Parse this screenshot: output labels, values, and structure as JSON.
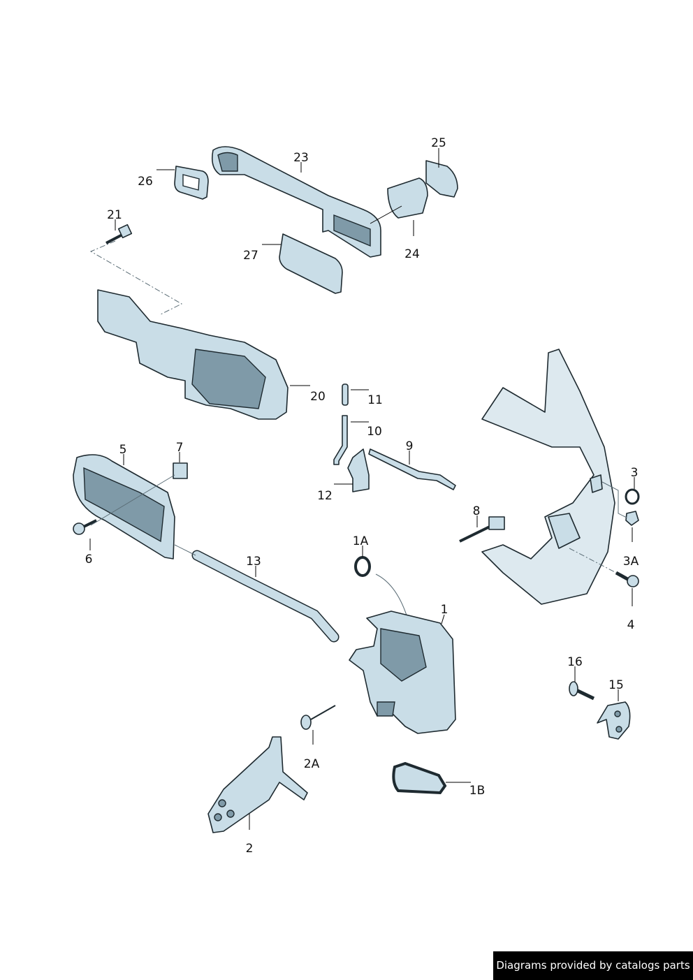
{
  "labels": {
    "p1": "1",
    "p1A": "1A",
    "p1B": "1B",
    "p2": "2",
    "p2A": "2A",
    "p3": "3",
    "p3A": "3A",
    "p4": "4",
    "p5": "5",
    "p6": "6",
    "p7": "7",
    "p8": "8",
    "p9": "9",
    "p10": "10",
    "p11": "11",
    "p12": "12",
    "p13": "13",
    "p15": "15",
    "p16": "16",
    "p20": "20",
    "p21": "21",
    "p23": "23",
    "p24": "24",
    "p25": "25",
    "p26": "26",
    "p27": "27"
  },
  "footer": "Diagrams provided by catalogs parts"
}
